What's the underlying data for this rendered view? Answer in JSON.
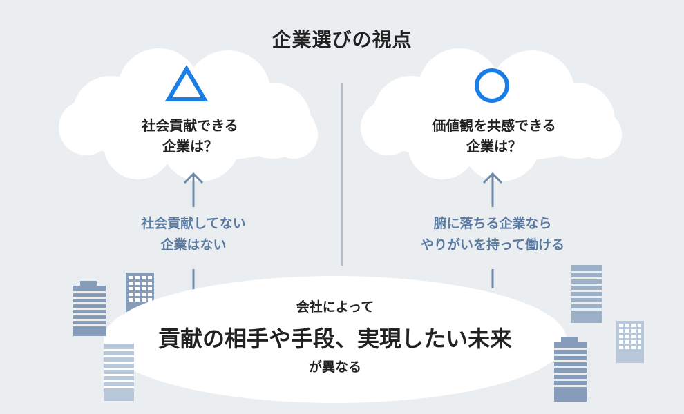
{
  "title": "企業選びの視点",
  "left": {
    "symbol": "triangle",
    "cloud_lines": [
      "社会貢献できる",
      "企業は？"
    ],
    "arrow_lines": [
      "社会貢献してない",
      "企業はない"
    ]
  },
  "right": {
    "symbol": "circle",
    "cloud_lines": [
      "価値観を共感できる",
      "企業は？"
    ],
    "arrow_lines": [
      "腑に落ちる企業なら",
      "やりがいを持って働ける"
    ]
  },
  "bottom": {
    "top": "会社によって",
    "main": "貢献の相手や手段、実現したい未来",
    "end": "が異なる"
  },
  "colors": {
    "accent": "#1a7ee6",
    "arrow": "#6e8aa8",
    "label": "#5a7aa2",
    "building_dark": "#859dba",
    "building_mid": "#9cb1c8",
    "building_light": "#b9c8d8"
  }
}
